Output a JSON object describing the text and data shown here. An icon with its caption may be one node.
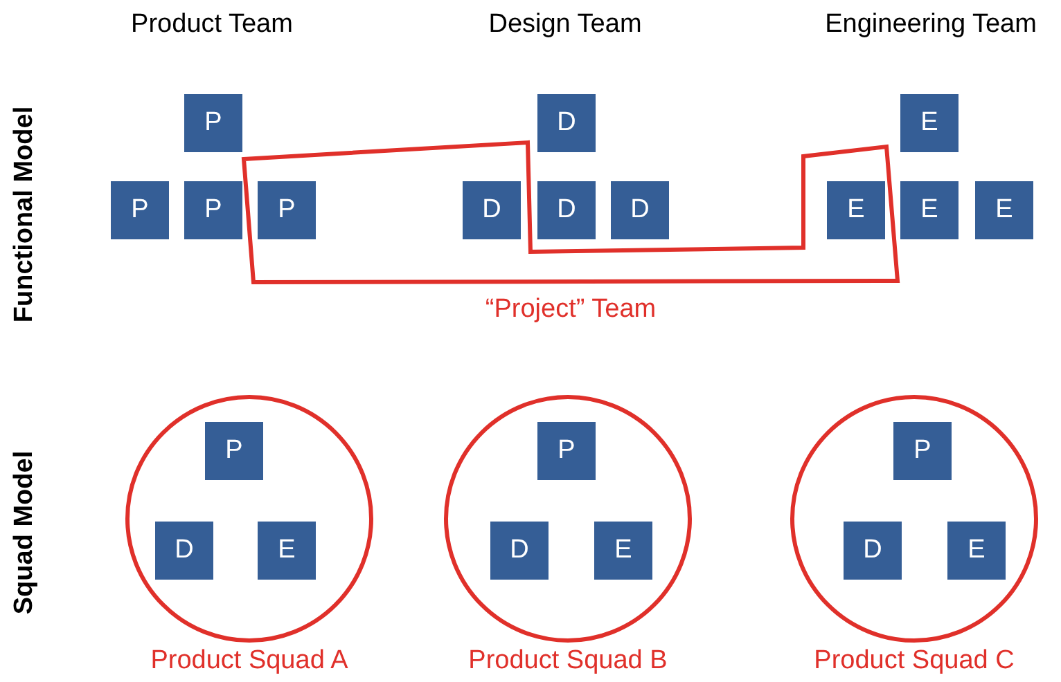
{
  "diagram": {
    "nodes": [
      {
        "text": [
          "P"
        ]
      },
      {
        "text": [
          "D"
        ]
      },
      {
        "text": [
          "E"
        ]
      },
      {
        "text": [
          "P"
        ]
      },
      {
        "text": [
          "P"
        ]
      },
      {
        "text": [
          "“Project” Team"
        ]
      },
      {
        "text": [
          "P"
        ],
        "in": 5
      },
      {
        "text": [
          "D"
        ],
        "in": 5
      },
      {
        "text": [
          "D"
        ]
      },
      {
        "text": [
          "D"
        ]
      },
      {
        "text": [
          "E"
        ],
        "in": 5
      },
      {
        "text": [
          "E"
        ]
      },
      {
        "text": [
          "E"
        ]
      },
      {
        "text": [
          "Product Squad A"
        ]
      },
      {
        "text": [
          "P"
        ],
        "in": 13
      },
      {
        "text": [
          "D"
        ],
        "in": 13
      },
      {
        "text": [
          "E"
        ],
        "in": 13
      },
      {
        "text": [
          "Product Squad B"
        ]
      },
      {
        "text": [
          "P"
        ],
        "in": 17
      },
      {
        "text": [
          "D"
        ],
        "in": 17
      },
      {
        "text": [
          "E"
        ],
        "in": 17
      },
      {
        "text": [
          "Product Squad C"
        ]
      },
      {
        "text": [
          "P"
        ],
        "in": 21
      },
      {
        "text": [
          "D"
        ],
        "in": 21
      },
      {
        "text": [
          "E"
        ],
        "in": 21
      }
    ],
    "labels": [
      "Product Team",
      "Design Team",
      "Engineering Team",
      "Functional Model",
      "Squad Model"
    ]
  }
}
